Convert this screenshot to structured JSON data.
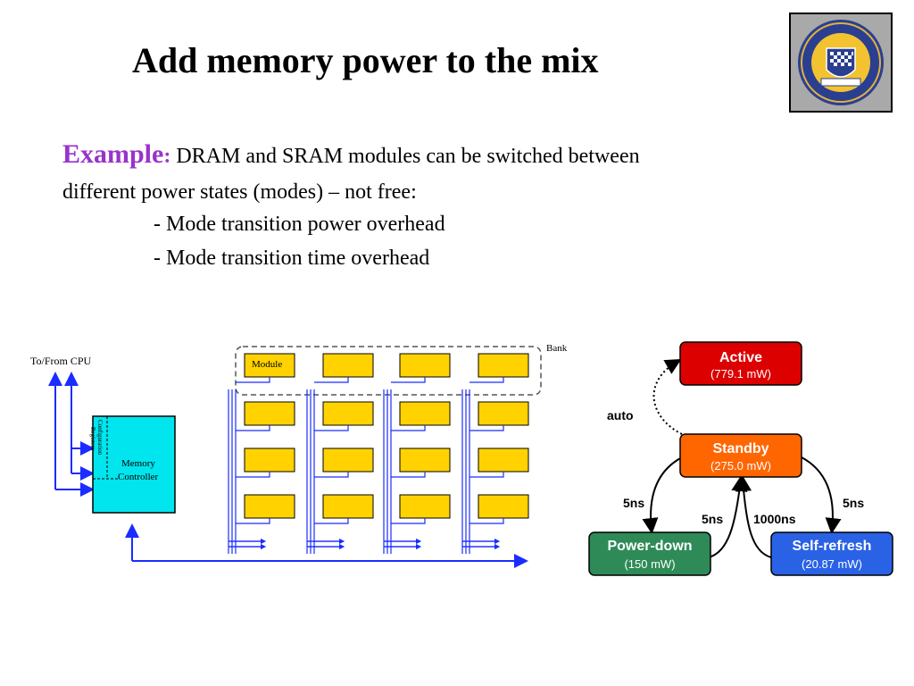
{
  "slide": {
    "title": "Add memory power to the mix",
    "example_label": "Example",
    "example_colon": ":",
    "line1": " DRAM and SRAM modules can be switched between",
    "line2": "different power states (modes) – not free:",
    "bullet1": "- Mode transition power overhead",
    "bullet2": "- Mode transition time overhead"
  },
  "memory_diagram": {
    "cpu_label": "To/From CPU",
    "bank_label": "Bank",
    "module_label": "Module",
    "controller_label_1": "Memory",
    "controller_label_2": "Controller",
    "config_label_1": "Configuration",
    "config_label_2": "Registers",
    "colors": {
      "module": "#ffd200",
      "controller": "#00e5ee",
      "wire": "#1a2cff"
    }
  },
  "state_machine": {
    "active": {
      "name": "Active",
      "power": "(779.1 mW)",
      "color": "#dd0000"
    },
    "standby": {
      "name": "Standby",
      "power": "(275.0 mW)",
      "color": "#ff6600"
    },
    "power_down": {
      "name": "Power-down",
      "power": "(150 mW)",
      "color": "#2e8b57"
    },
    "self_refresh": {
      "name": "Self-refresh",
      "power": "(20.87 mW)",
      "color": "#2a62e6"
    },
    "labels": {
      "auto": "auto",
      "standby_to_powerdown": "5ns",
      "powerdown_to_standby": "5ns",
      "selfrefresh_to_standby": "1000ns",
      "standby_to_selfrefresh": "5ns"
    }
  }
}
